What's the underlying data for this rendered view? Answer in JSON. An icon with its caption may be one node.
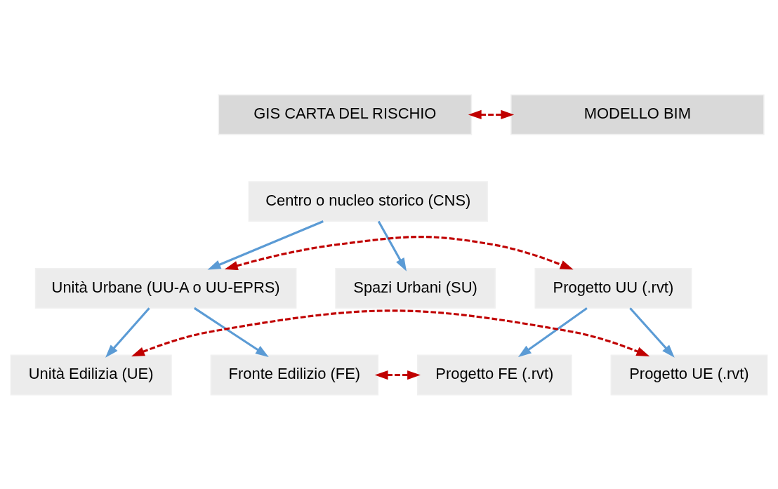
{
  "diagram": {
    "nodes": [
      {
        "text": [
          "GIS CARTA DEL RISCHIO"
        ]
      },
      {
        "text": [
          "MODELLO BIM"
        ]
      },
      {
        "text": [
          "Centro o nucleo storico (CNS)"
        ]
      },
      {
        "text": [
          "Spazi Urbani (SU)"
        ]
      },
      {
        "text": [
          "Unità Urbane (UU-A o UU-EPRS)"
        ]
      },
      {
        "text": [
          "Progetto UU (.rvt)"
        ]
      },
      {
        "text": [
          "Fronte Edilizio (FE)"
        ]
      },
      {
        "text": [
          "Unità Edilizia (UE)"
        ]
      },
      {
        "text": [
          "Progetto UE (.rvt)"
        ]
      },
      {
        "text": [
          "Progetto FE (.rvt)"
        ]
      }
    ],
    "edges": [
      {
        "from": 0,
        "to": 1,
        "arrow": "both",
        "style": "dashed",
        "color": "#c00000"
      },
      {
        "from": 2,
        "to": 3,
        "arrow": "to"
      },
      {
        "from": 2,
        "to": 4,
        "arrow": "to"
      },
      {
        "from": 4,
        "to": 5,
        "arrow": "both",
        "style": "dashed",
        "color": "#c00000"
      },
      {
        "from": 4,
        "to": 6,
        "arrow": "to"
      },
      {
        "from": 4,
        "to": 7,
        "arrow": "to"
      },
      {
        "from": 5,
        "to": 8,
        "arrow": "to"
      },
      {
        "from": 5,
        "to": 9,
        "arrow": "to"
      },
      {
        "from": 7,
        "to": 8,
        "arrow": "both",
        "style": "dashed",
        "color": "#c00000"
      },
      {
        "from": 6,
        "to": 9,
        "arrow": "both",
        "style": "dashed",
        "color": "#c00000"
      }
    ]
  }
}
